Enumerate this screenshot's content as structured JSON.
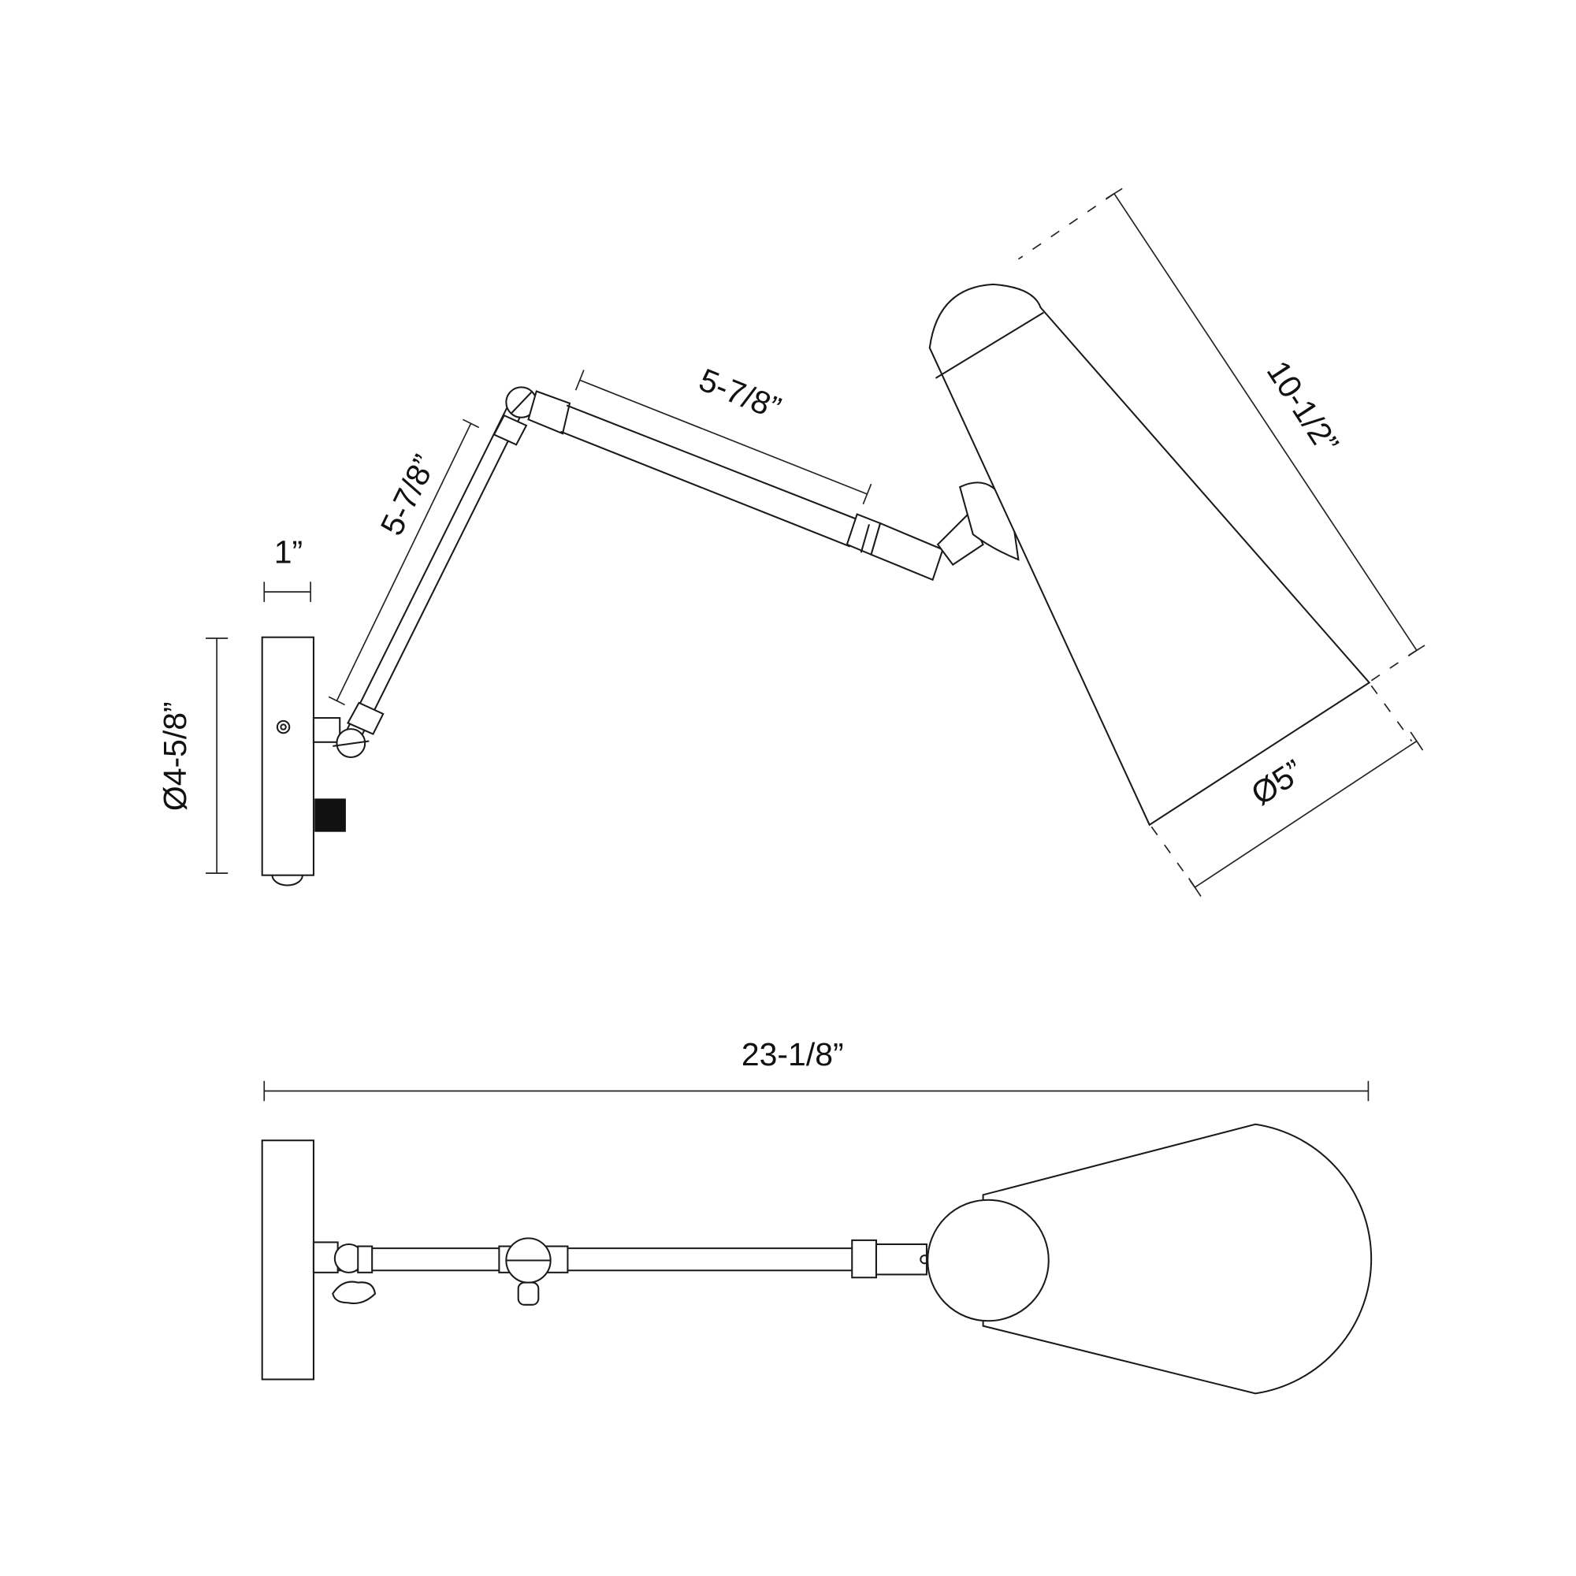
{
  "dimensions": {
    "backplate_depth": "1”",
    "backplate_diameter": "Ø4-5/8”",
    "lower_arm_length": "5-7/8”",
    "upper_arm_length": "5-7/8”",
    "shade_length": "10-1/2”",
    "shade_diameter": "Ø5”",
    "overall_extension": "23-1/8”"
  },
  "colors": {
    "line": "#1a1a1a",
    "background": "#ffffff",
    "switch": "#111111"
  }
}
